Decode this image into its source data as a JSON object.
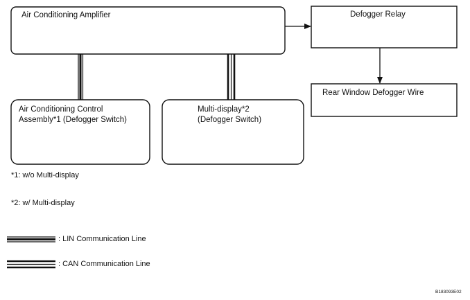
{
  "boxes": {
    "ac_amplifier": "Air Conditioning Amplifier",
    "defogger_relay": "Defogger Relay",
    "rear_window_defogger_wire": "Rear Window Defogger Wire",
    "ac_control_line1": "Air Conditioning Control",
    "ac_control_line2": "Assembly*1 (Defogger Switch)",
    "multi_display_line1": "Multi-display*2",
    "multi_display_line2": "(Defogger Switch)"
  },
  "notes": {
    "note1": "*1: w/o Multi-display",
    "note2": "*2: w/ Multi-display"
  },
  "legend": {
    "lin": ": LIN Communication Line",
    "can": ": CAN Communication Line"
  },
  "figure_code": "B183093E02"
}
